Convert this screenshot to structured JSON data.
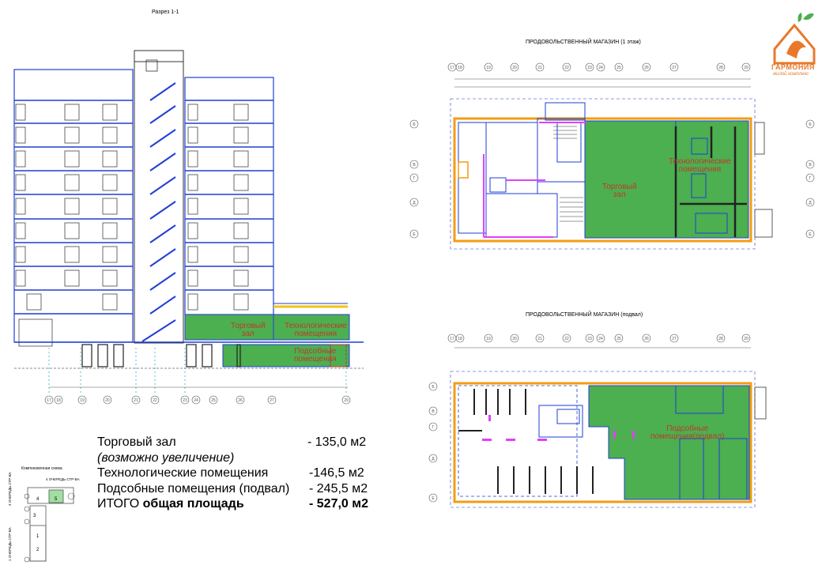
{
  "section": {
    "title": "Разрез 1-1",
    "axes": [
      "17",
      "18",
      "19",
      "20",
      "21",
      "22",
      "23",
      "24",
      "25",
      "26",
      "27",
      "29"
    ],
    "labels": {
      "trade_hall": [
        "Торговый",
        "зал"
      ],
      "tech_rooms": [
        "Технологические",
        "помещения"
      ],
      "aux_rooms": [
        "Подсобные",
        "помещения"
      ]
    }
  },
  "plan_floor1": {
    "title": "ПРОДОВОЛЬСТВЕННЫЙ МАГАЗИН (1 этаж)",
    "axes_top": [
      "17",
      "18",
      "19",
      "20",
      "21",
      "22",
      "23",
      "24",
      "25",
      "26",
      "27",
      "28",
      "29"
    ],
    "axes_side": [
      "Б",
      "В",
      "Г",
      "Д",
      "Е"
    ],
    "labels": {
      "trade_hall": [
        "Торговый",
        "зал"
      ],
      "tech_rooms": [
        "Технологические",
        "помещения"
      ]
    }
  },
  "plan_basement": {
    "title": "ПРОДОВОЛЬСТВЕННЫЙ МАГАЗИН (подвал)",
    "axes_top": [
      "17",
      "18",
      "19",
      "20",
      "21",
      "22",
      "23",
      "24",
      "25",
      "26",
      "27",
      "28",
      "29"
    ],
    "axes_side": [
      "Б",
      "В",
      "Г",
      "Д",
      "Е"
    ],
    "labels": {
      "aux_rooms": [
        "Подсобные",
        "помещения(подвал)"
      ]
    }
  },
  "logo": {
    "name": "ГАРМОНИЯ",
    "subtitle": "жилой комплекс",
    "colors": {
      "orange": "#e8792a",
      "green": "#4caf50"
    }
  },
  "scheme": {
    "title": "Компоновочная схема",
    "queue_4": "4 ОЧЕРЕДЬ СТР-ВА",
    "queue_3": "3 ОЧЕРЕДЬ СТР-ВА",
    "queue_1": "1 ОЧЕРЕДЬ СТР-ВА",
    "sections": [
      "4",
      "5",
      "3",
      "1",
      "2"
    ]
  },
  "areas": [
    {
      "label": "Торговый зал",
      "value": "- 135,0 м2",
      "italic": false,
      "bold": false
    },
    {
      "label": "(возможно увеличение)",
      "value": "",
      "italic": true,
      "bold": false
    },
    {
      "label": "Технологические помещения",
      "value": "-146,5 м2",
      "italic": false,
      "bold": false
    },
    {
      "label": "Подсобные помещения (подвал)",
      "value": "- 245,5 м2",
      "italic": false,
      "bold": false
    },
    {
      "label_prefix": "ИТОГО ",
      "label_bold": "общая площадь",
      "value": "- 527,0 м2",
      "italic": false,
      "bold": true
    }
  ],
  "colors": {
    "fill_green": "#4caf50",
    "label_red": "#c0392b",
    "blue": "#1f3fd6",
    "magenta": "#e040fb",
    "orange": "#f39c12",
    "yellow": "#f1c40f"
  }
}
